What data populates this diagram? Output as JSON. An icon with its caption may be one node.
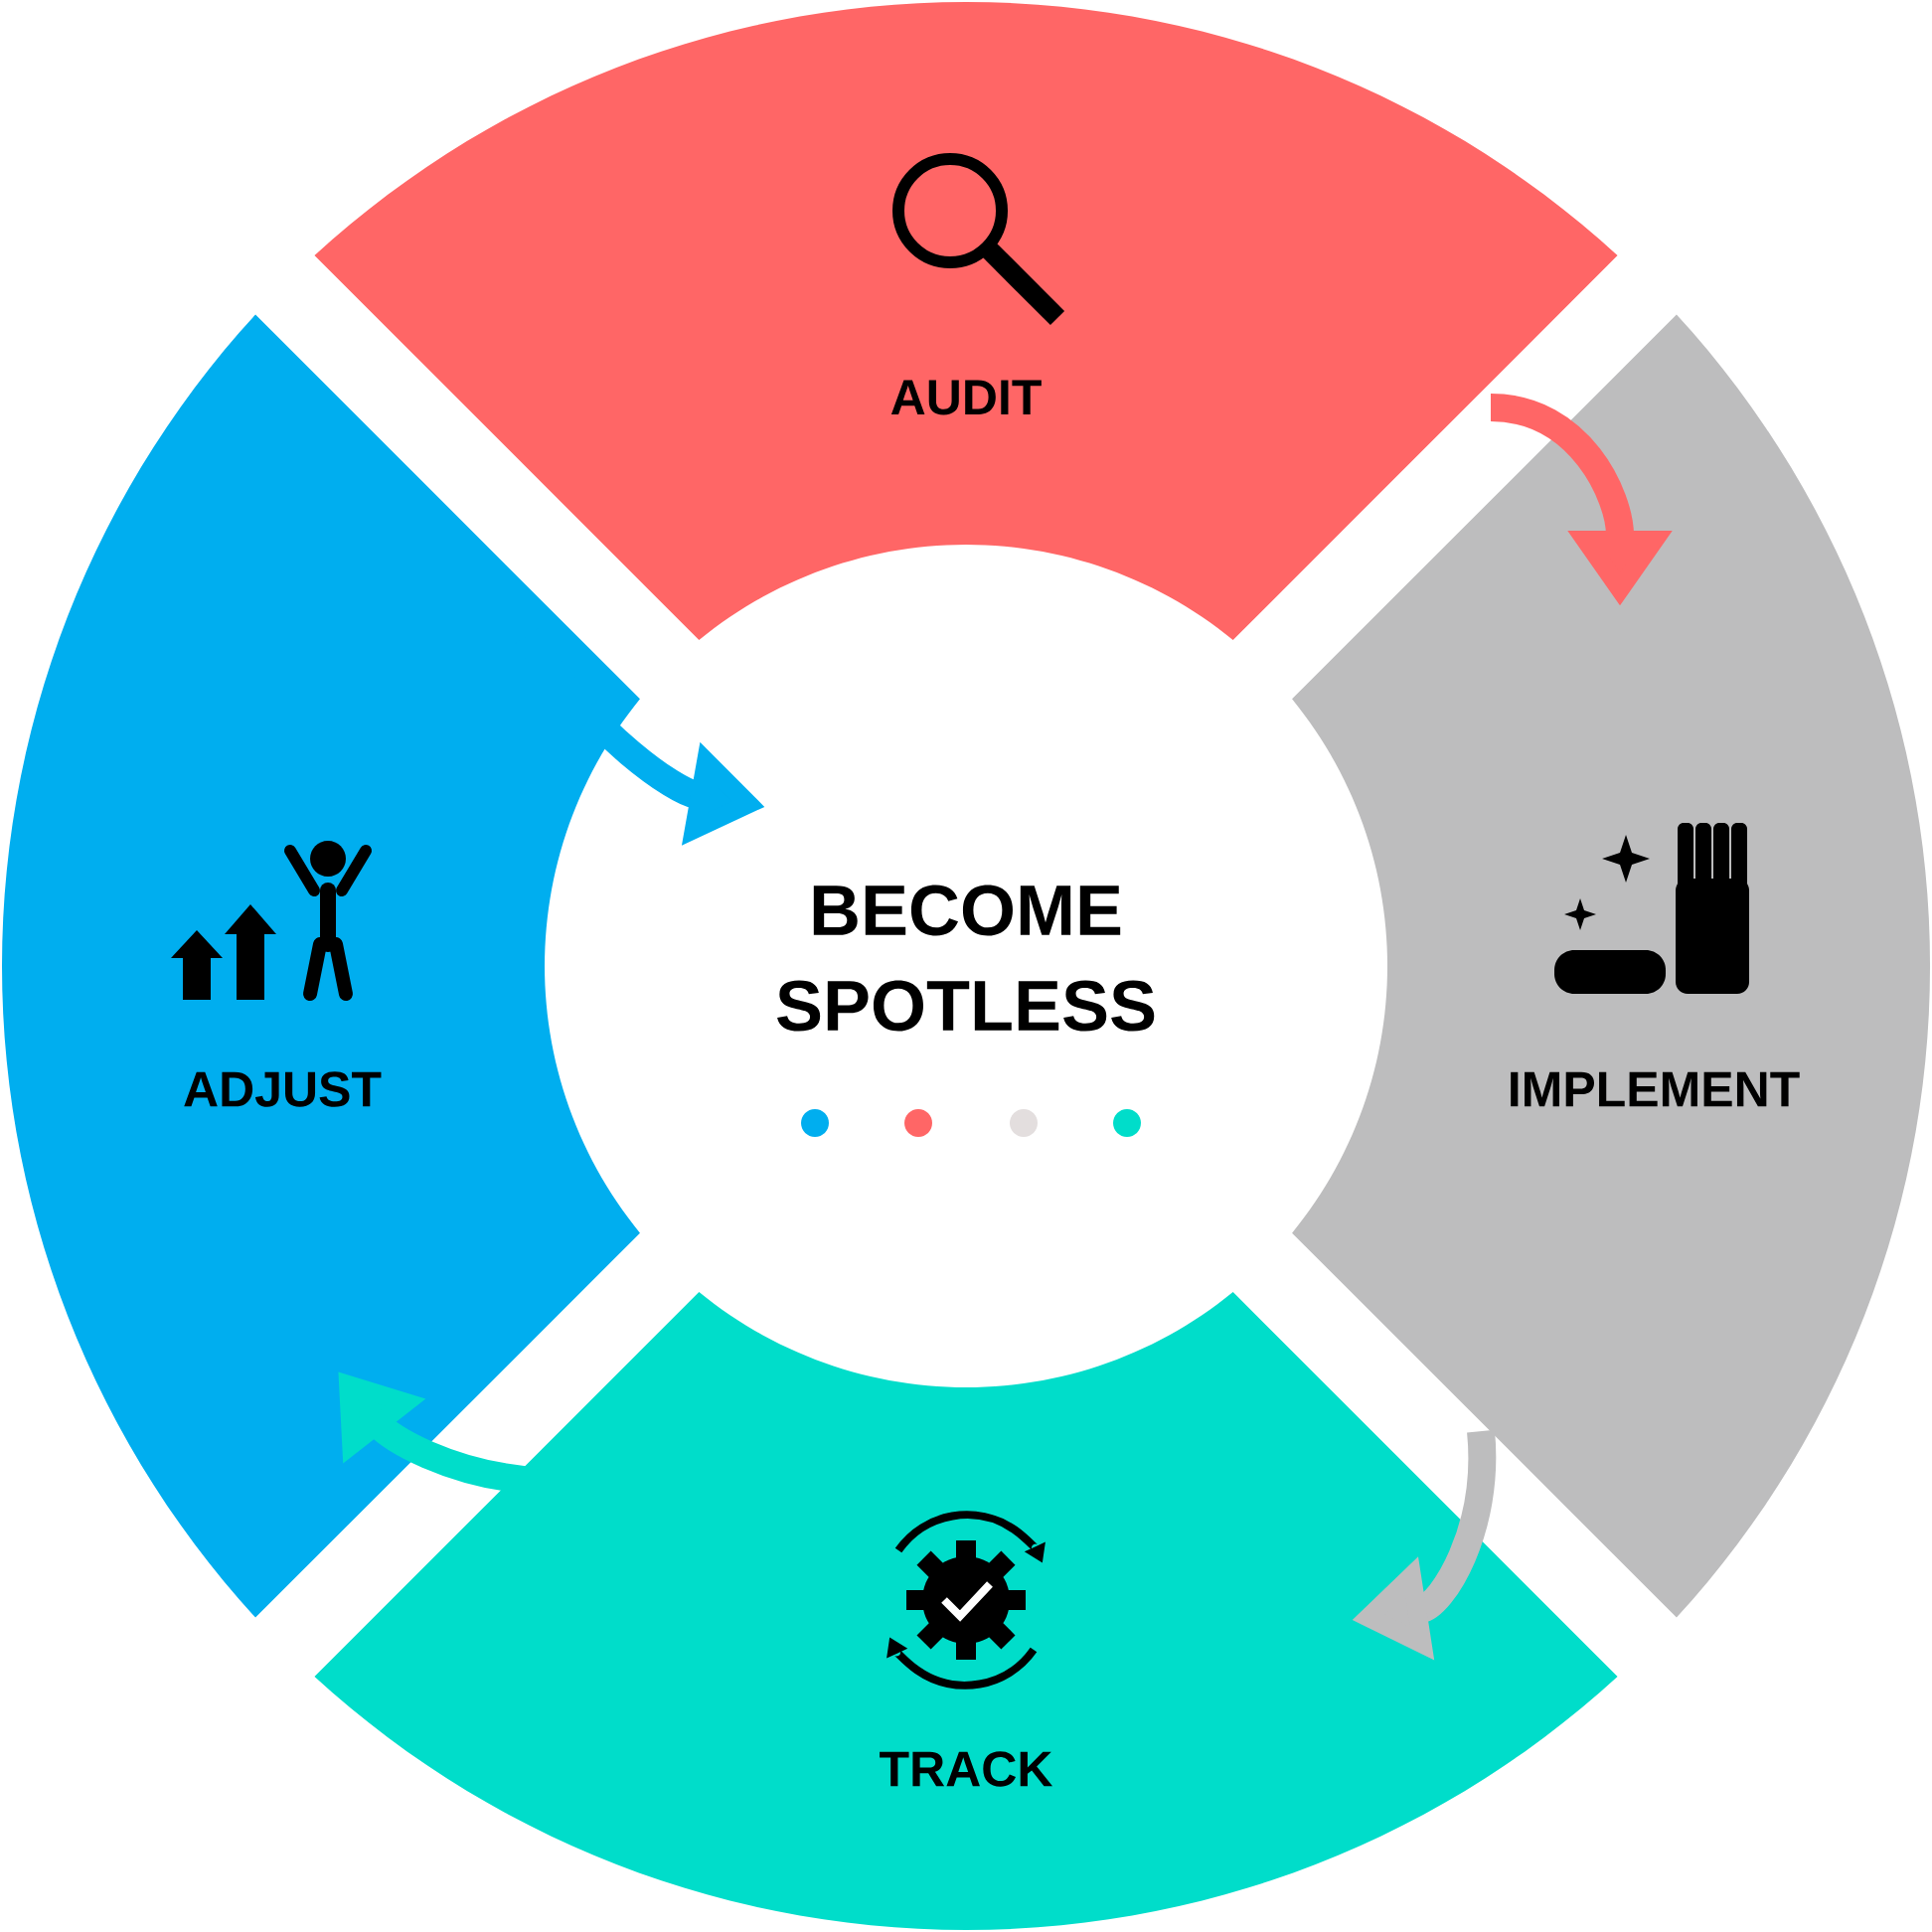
{
  "diagram": {
    "nodes": [
      {
        "text": [
          "AUDIT"
        ]
      },
      {
        "text": [
          "IMPLEMENT"
        ]
      },
      {
        "text": [
          "TRACK"
        ]
      },
      {
        "text": [
          "ADJUST"
        ]
      },
      {
        "text": [
          "BECOME SPOTLESS"
        ]
      }
    ],
    "edges": [
      {
        "from": 0,
        "to": 1,
        "arrow": "to",
        "color": "#ff6666"
      },
      {
        "from": 1,
        "to": 2,
        "arrow": "to",
        "color": "#bdbdbe"
      },
      {
        "from": 2,
        "to": 3,
        "arrow": "to",
        "color": "#00ddca"
      },
      {
        "from": 3,
        "to": 4,
        "arrow": "to",
        "color": "#00aeef"
      }
    ]
  }
}
